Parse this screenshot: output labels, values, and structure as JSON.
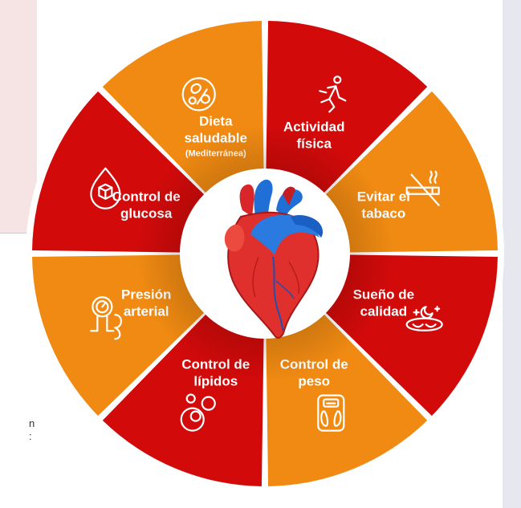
{
  "segments": [
    {
      "key": "actividad",
      "lines": [
        "Actividad",
        "física"
      ],
      "color": "#d20a0a",
      "icon": "running-person-icon"
    },
    {
      "key": "tabaco",
      "lines": [
        "Evitar el",
        "tabaco"
      ],
      "color": "#f08a12",
      "icon": "no-smoking-icon"
    },
    {
      "key": "sueno",
      "lines": [
        "Sueño de",
        "calidad"
      ],
      "color": "#d20a0a",
      "icon": "sleep-mask-icon"
    },
    {
      "key": "peso",
      "lines": [
        "Control de",
        "peso"
      ],
      "color": "#f08a12",
      "icon": "scale-icon"
    },
    {
      "key": "lipidos",
      "lines": [
        "Control de",
        "lípidos"
      ],
      "color": "#d20a0a",
      "icon": "lipid-bubbles-icon"
    },
    {
      "key": "presion",
      "lines": [
        "Presión",
        "arterial"
      ],
      "color": "#f08a12",
      "icon": "blood-pressure-gauge-icon"
    },
    {
      "key": "glucosa",
      "lines": [
        "Control de",
        "glucosa"
      ],
      "color": "#d20a0a",
      "icon": "sugar-cube-drop-icon"
    },
    {
      "key": "dieta",
      "lines": [
        "Dieta",
        "saludable"
      ],
      "sub": "(Mediterránea)",
      "color": "#f08a12",
      "icon": "healthy-food-icon"
    }
  ],
  "center_icon": "anatomical-heart-icon",
  "left_snippet": [
    "n",
    ":"
  ]
}
